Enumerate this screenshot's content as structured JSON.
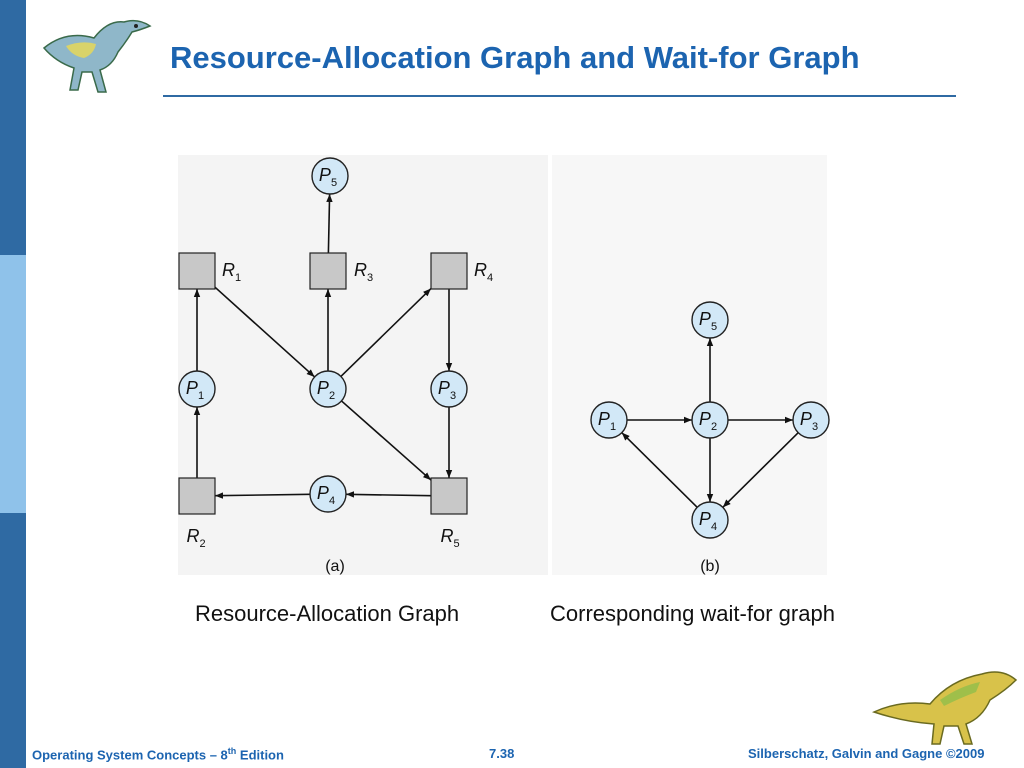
{
  "slide": {
    "title": "Resource-Allocation Graph and Wait-for Graph",
    "caption_left": "Resource-Allocation Graph",
    "caption_right": "Corresponding wait-for graph",
    "footer_left_main": "Operating System Concepts – 8",
    "footer_left_sup": "th",
    "footer_left_tail": " Edition",
    "footer_center": "7.38",
    "footer_right": "Silberschatz, Galvin and Gagne ©2009",
    "accent_color": "#1c64b0"
  },
  "graph_a": {
    "panel_label": "(a)",
    "processes": [
      {
        "id": "P1",
        "base": "P",
        "sub": "1"
      },
      {
        "id": "P2",
        "base": "P",
        "sub": "2"
      },
      {
        "id": "P3",
        "base": "P",
        "sub": "3"
      },
      {
        "id": "P4",
        "base": "P",
        "sub": "4"
      },
      {
        "id": "P5",
        "base": "P",
        "sub": "5"
      }
    ],
    "resources": [
      {
        "id": "R1",
        "base": "R",
        "sub": "1"
      },
      {
        "id": "R2",
        "base": "R",
        "sub": "2"
      },
      {
        "id": "R3",
        "base": "R",
        "sub": "3"
      },
      {
        "id": "R4",
        "base": "R",
        "sub": "4"
      },
      {
        "id": "R5",
        "base": "R",
        "sub": "5"
      }
    ],
    "edges": [
      {
        "from": "P1",
        "to": "R1"
      },
      {
        "from": "R1",
        "to": "P2"
      },
      {
        "from": "R2",
        "to": "P1"
      },
      {
        "from": "P2",
        "to": "R3"
      },
      {
        "from": "R3",
        "to": "P5"
      },
      {
        "from": "P2",
        "to": "R4"
      },
      {
        "from": "R4",
        "to": "P3"
      },
      {
        "from": "P2",
        "to": "R5"
      },
      {
        "from": "P3",
        "to": "R5"
      },
      {
        "from": "R5",
        "to": "P4"
      },
      {
        "from": "P4",
        "to": "R2"
      }
    ]
  },
  "graph_b": {
    "panel_label": "(b)",
    "processes": [
      {
        "id": "P1",
        "base": "P",
        "sub": "1"
      },
      {
        "id": "P2",
        "base": "P",
        "sub": "2"
      },
      {
        "id": "P3",
        "base": "P",
        "sub": "3"
      },
      {
        "id": "P4",
        "base": "P",
        "sub": "4"
      },
      {
        "id": "P5",
        "base": "P",
        "sub": "5"
      }
    ],
    "edges": [
      {
        "from": "P1",
        "to": "P2"
      },
      {
        "from": "P2",
        "to": "P5"
      },
      {
        "from": "P2",
        "to": "P3"
      },
      {
        "from": "P2",
        "to": "P4"
      },
      {
        "from": "P3",
        "to": "P4"
      },
      {
        "from": "P4",
        "to": "P1"
      }
    ]
  }
}
